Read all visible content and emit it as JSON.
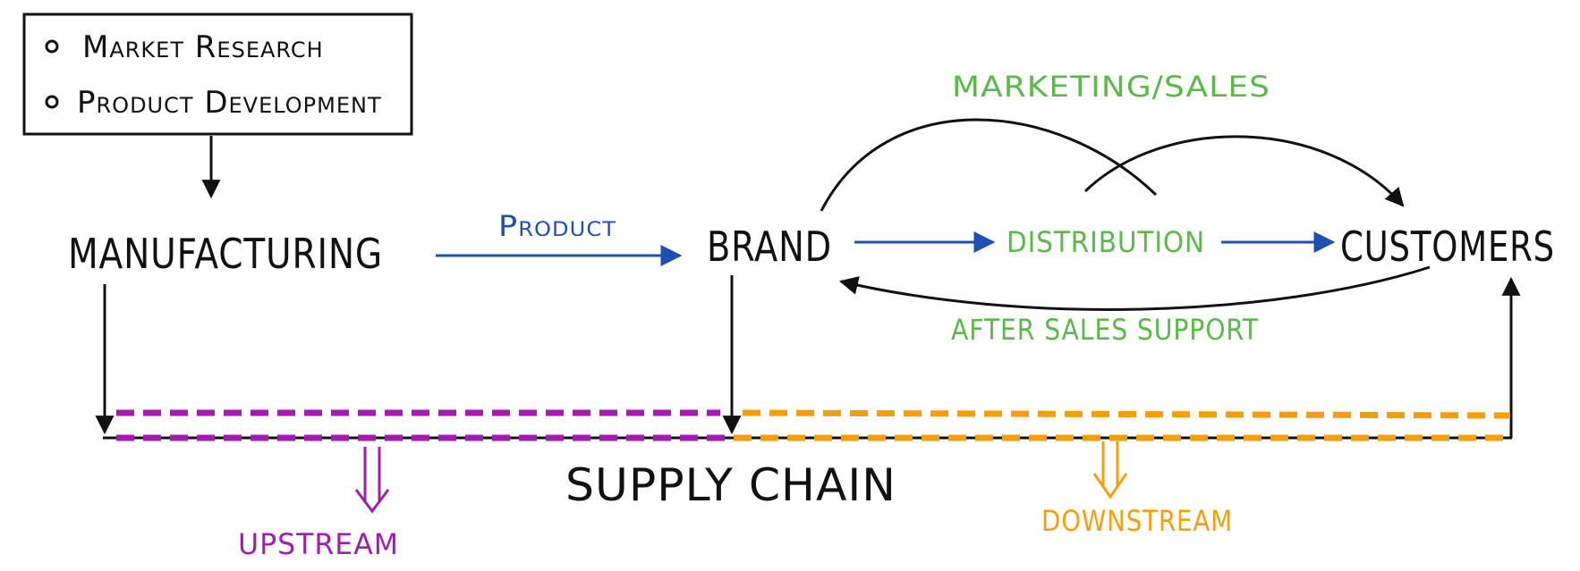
{
  "box": {
    "items": [
      "Market Research",
      "Product Development"
    ]
  },
  "nodes": {
    "manufacturing": "MANUFACTURING",
    "brand": "BRAND",
    "distribution": "DISTRIBUTION",
    "customers": "CUSTOMERS"
  },
  "flows": {
    "product": "Product",
    "marketing_sales": "MARKETING/SALES",
    "after_sales_support": "AFTER SALES   SUPPORT"
  },
  "supply_chain": {
    "title": "SUPPLY  CHAIN",
    "upstream": "UPSTREAM",
    "downstream": "DOWNSTREAM"
  },
  "colors": {
    "ink": "#111111",
    "blue": "#1f4fb0",
    "green": "#5cb84a",
    "purple": "#a21caf",
    "orange": "#f59e0b"
  }
}
